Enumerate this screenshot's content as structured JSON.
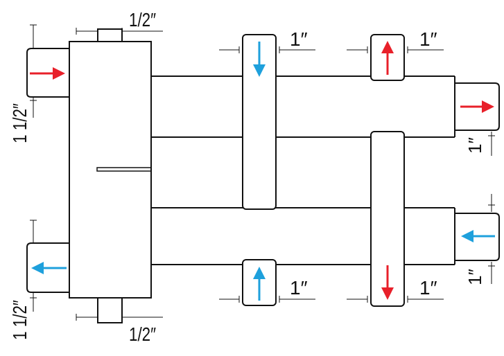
{
  "colors": {
    "line": "#111111",
    "hot": "#e8202a",
    "cold": "#1ea0dc",
    "background": "#ffffff"
  },
  "labels": {
    "top_port": "1/2″",
    "bottom_port": "1/2″",
    "left_top_port": "1 1/2″",
    "left_bottom_port": "1 1/2″",
    "valve_top_1": "1″",
    "valve_top_2": "1″",
    "valve_bottom_1": "1″",
    "valve_bottom_2": "1″",
    "right_top_port": "1″",
    "right_bottom_port": "1″"
  },
  "icons": {
    "hot_arrow": "arrow-red",
    "cold_arrow": "arrow-blue"
  }
}
